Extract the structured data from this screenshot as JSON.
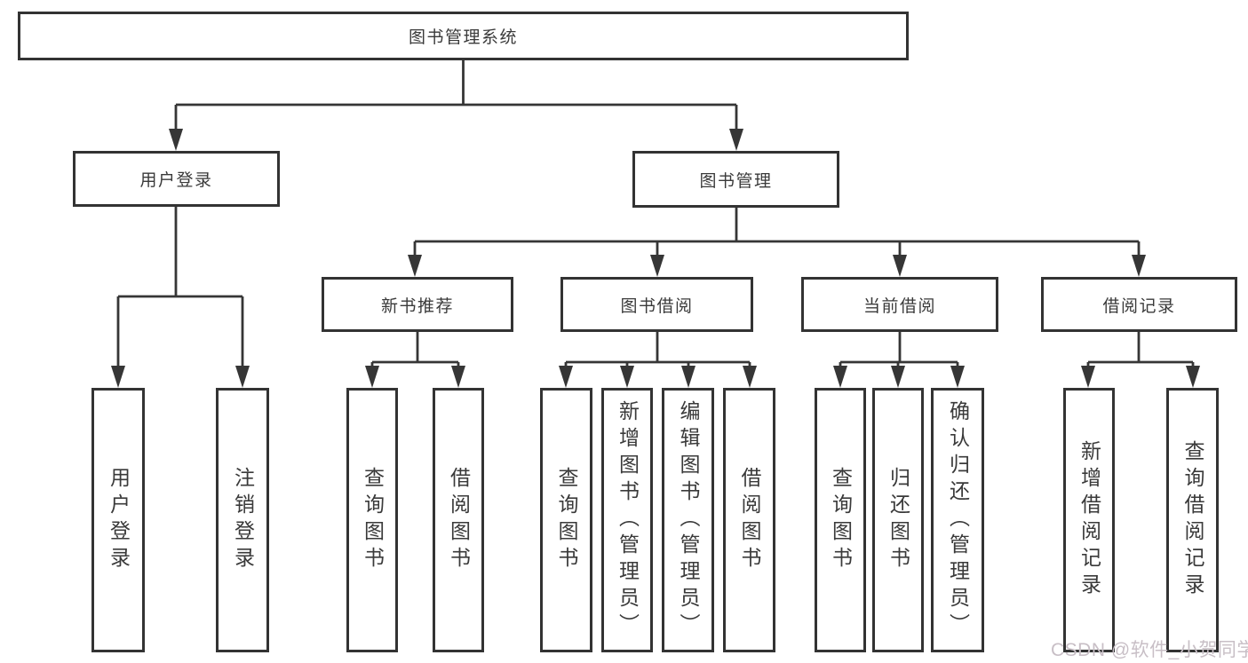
{
  "diagram": {
    "nodes": {
      "root": "图书管理系统",
      "user_login": "用户登录",
      "book_mgmt": "图书管理",
      "new_book": "新书推荐",
      "borrow": "图书借阅",
      "current": "当前借阅",
      "records": "借阅记录",
      "leaf_login": "用户登录",
      "leaf_logout": "注销登录",
      "leaf_nb_query": "查询图书",
      "leaf_nb_borrow": "借阅图书",
      "leaf_bw_query": "查询图书",
      "leaf_bw_add": "新增图书（管理员）",
      "leaf_bw_edit": "编辑图书（管理员）",
      "leaf_bw_borrow": "借阅图书",
      "leaf_cur_query": "查询图书",
      "leaf_cur_return": "归还图书",
      "leaf_cur_confirm": "确认归还（管理员）",
      "leaf_rec_add": "新增借阅记录",
      "leaf_rec_query": "查询借阅记录"
    },
    "colors": {
      "line": "#363636",
      "box_border": "#333333",
      "text": "#3a3a3a",
      "background": "#ffffff",
      "watermark": "#c8bfc6"
    }
  },
  "watermark": "CSDN @软件_小贺同学"
}
